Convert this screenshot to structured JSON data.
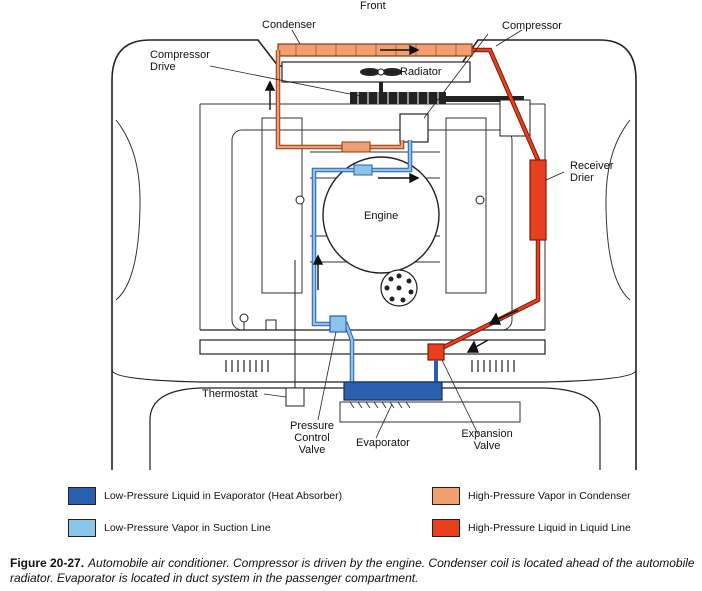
{
  "labels": {
    "front": "Front",
    "condenser": "Condenser",
    "compressor": "Compressor",
    "compressor_drive": "Compressor\nDrive",
    "radiator": "Radiator",
    "receiver_drier": "Receiver\nDrier",
    "engine": "Engine",
    "thermostat": "Thermostat",
    "pressure_control_valve": "Pressure\nControl\nValve",
    "evaporator": "Evaporator",
    "expansion_valve": "Expansion\nValve"
  },
  "legend": [
    {
      "text": "Low-Pressure Liquid in Evaporator (Heat Absorber)",
      "color": "#2b5fb0"
    },
    {
      "text": "High-Pressure Vapor in Condenser",
      "color": "#f0a070"
    },
    {
      "text": "Low-Pressure Vapor in Suction Line",
      "color": "#8cc4ea"
    },
    {
      "text": "High-Pressure Liquid in Liquid Line",
      "color": "#e8401e"
    }
  ],
  "caption": {
    "label": "Figure 20-27.",
    "text": "Automobile air conditioner. Compressor is driven by the engine. Condenser coil is located ahead of the automobile radiator. Evaporator is located in duct system in the passenger compartment."
  }
}
